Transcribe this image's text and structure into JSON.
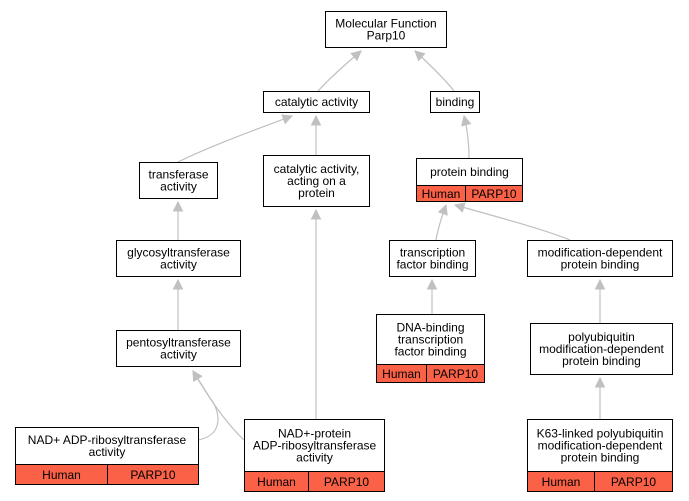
{
  "colors": {
    "annotation_fill": "#fa6147",
    "edge": "#c0c0c0",
    "node_border": "#000000"
  },
  "nodes": [
    {
      "id": "mf",
      "lines": [
        "Molecular Function",
        "Parp10"
      ]
    },
    {
      "id": "catalytic",
      "lines": [
        "catalytic activity"
      ]
    },
    {
      "id": "binding",
      "lines": [
        "binding"
      ]
    },
    {
      "id": "transferase",
      "lines": [
        "transferase",
        "activity"
      ]
    },
    {
      "id": "cat_protein",
      "lines": [
        "catalytic activity,",
        "acting on a",
        "protein"
      ]
    },
    {
      "id": "protein_binding",
      "lines": [
        "protein binding"
      ],
      "annotation": [
        "Human",
        "PARP10"
      ]
    },
    {
      "id": "glycosyl",
      "lines": [
        "glycosyltransferase",
        "activity"
      ]
    },
    {
      "id": "tf_binding",
      "lines": [
        "transcription",
        "factor binding"
      ]
    },
    {
      "id": "mod_dep",
      "lines": [
        "modification-dependent",
        "protein binding"
      ]
    },
    {
      "id": "pentosyl",
      "lines": [
        "pentosyltransferase",
        "activity"
      ]
    },
    {
      "id": "dna_tf",
      "lines": [
        "DNA-binding",
        "transcription",
        "factor binding"
      ],
      "annotation": [
        "Human",
        "PARP10"
      ]
    },
    {
      "id": "polyub",
      "lines": [
        "polyubiquitin",
        "modification-dependent",
        "protein binding"
      ]
    },
    {
      "id": "nad_adp",
      "lines": [
        "NAD+ ADP-ribosyltransferase",
        "activity"
      ],
      "annotation": [
        "Human",
        "PARP10"
      ]
    },
    {
      "id": "nad_protein",
      "lines": [
        "NAD+-protein",
        "ADP-ribosyltransferase",
        "activity"
      ],
      "annotation": [
        "Human",
        "PARP10"
      ]
    },
    {
      "id": "k63",
      "lines": [
        "K63-linked polyubiquitin",
        "modification-dependent",
        "protein binding"
      ],
      "annotation": [
        "Human",
        "PARP10"
      ]
    }
  ],
  "edges": [
    {
      "from": "catalytic",
      "to": "mf"
    },
    {
      "from": "binding",
      "to": "mf"
    },
    {
      "from": "transferase",
      "to": "catalytic"
    },
    {
      "from": "cat_protein",
      "to": "catalytic"
    },
    {
      "from": "protein_binding",
      "to": "binding"
    },
    {
      "from": "glycosyl",
      "to": "transferase"
    },
    {
      "from": "tf_binding",
      "to": "protein_binding"
    },
    {
      "from": "mod_dep",
      "to": "protein_binding"
    },
    {
      "from": "pentosyl",
      "to": "glycosyl"
    },
    {
      "from": "dna_tf",
      "to": "tf_binding"
    },
    {
      "from": "polyub",
      "to": "mod_dep"
    },
    {
      "from": "nad_adp",
      "to": "pentosyl"
    },
    {
      "from": "nad_protein",
      "to": "pentosyl"
    },
    {
      "from": "nad_protein",
      "to": "cat_protein"
    },
    {
      "from": "k63",
      "to": "polyub"
    }
  ]
}
